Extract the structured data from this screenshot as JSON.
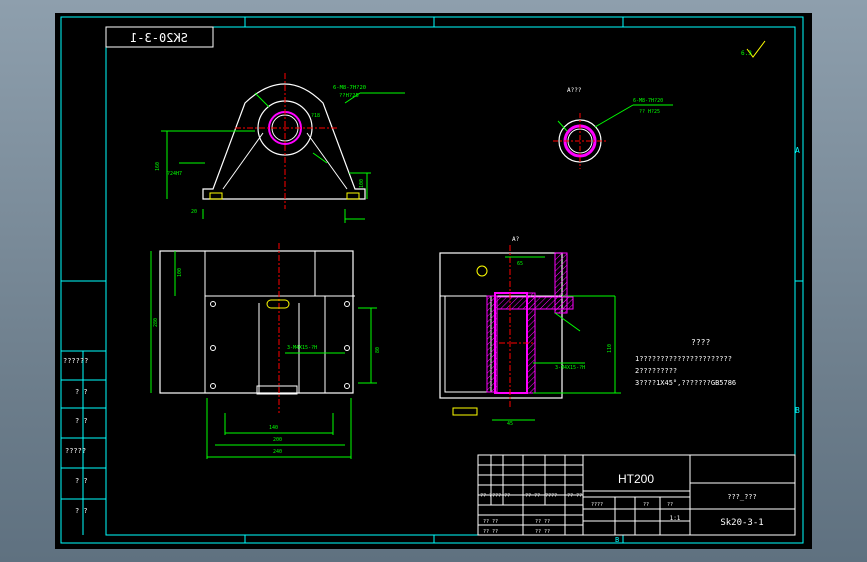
{
  "drawing": {
    "title_box": "SK20-3-1",
    "roughness_symbol_label": "6.3",
    "notes": {
      "heading": "????",
      "line1": "1??????????????????????",
      "line2": "2?????????",
      "line3": "3????1X45°,???????GB5786"
    },
    "title_block": {
      "material": "HT200",
      "part_name": "???_???",
      "drawing_number": "Sk20-3-1",
      "scale": "1:1",
      "cells": [
        "?? ??",
        "?? ??",
        "?? ??",
        "????",
        "?? ??",
        "?? ??",
        "?? ??",
        "?? ??",
        "?? ??",
        "????",
        "??",
        "??"
      ]
    },
    "left_column": [
      "??????",
      "? ?",
      "? ?",
      "?????",
      "? ?",
      "? ?"
    ],
    "zone_letters": {
      "right": [
        "A",
        "B"
      ],
      "bottom": "B"
    },
    "section_labels": {
      "view_a": "A???",
      "view_a2": "A?"
    },
    "callouts": {
      "hole_pattern": "6-M8-7H?20",
      "hole_pattern_sub": "??H?25",
      "thread": "3-M4X15-?H",
      "center_mark": "?18",
      "dim_160": "160",
      "dim_100": "100",
      "dim_140": "140",
      "dim_80": "80",
      "dim_200": "200",
      "dim_45": "45",
      "dim_65": "65",
      "dim_100b": "100",
      "dim_240": "240",
      "dim_280": "280",
      "dim_20": "20",
      "dim_110": "110",
      "fit": "?24H7",
      "gauge": "?? H?25"
    },
    "colors": {
      "frame": "#00ffff",
      "geometry": "#ffffff",
      "dimension": "#00ff00",
      "center": "#ff0000",
      "hatch": "#ff00ff",
      "leader": "#ffff00"
    }
  }
}
